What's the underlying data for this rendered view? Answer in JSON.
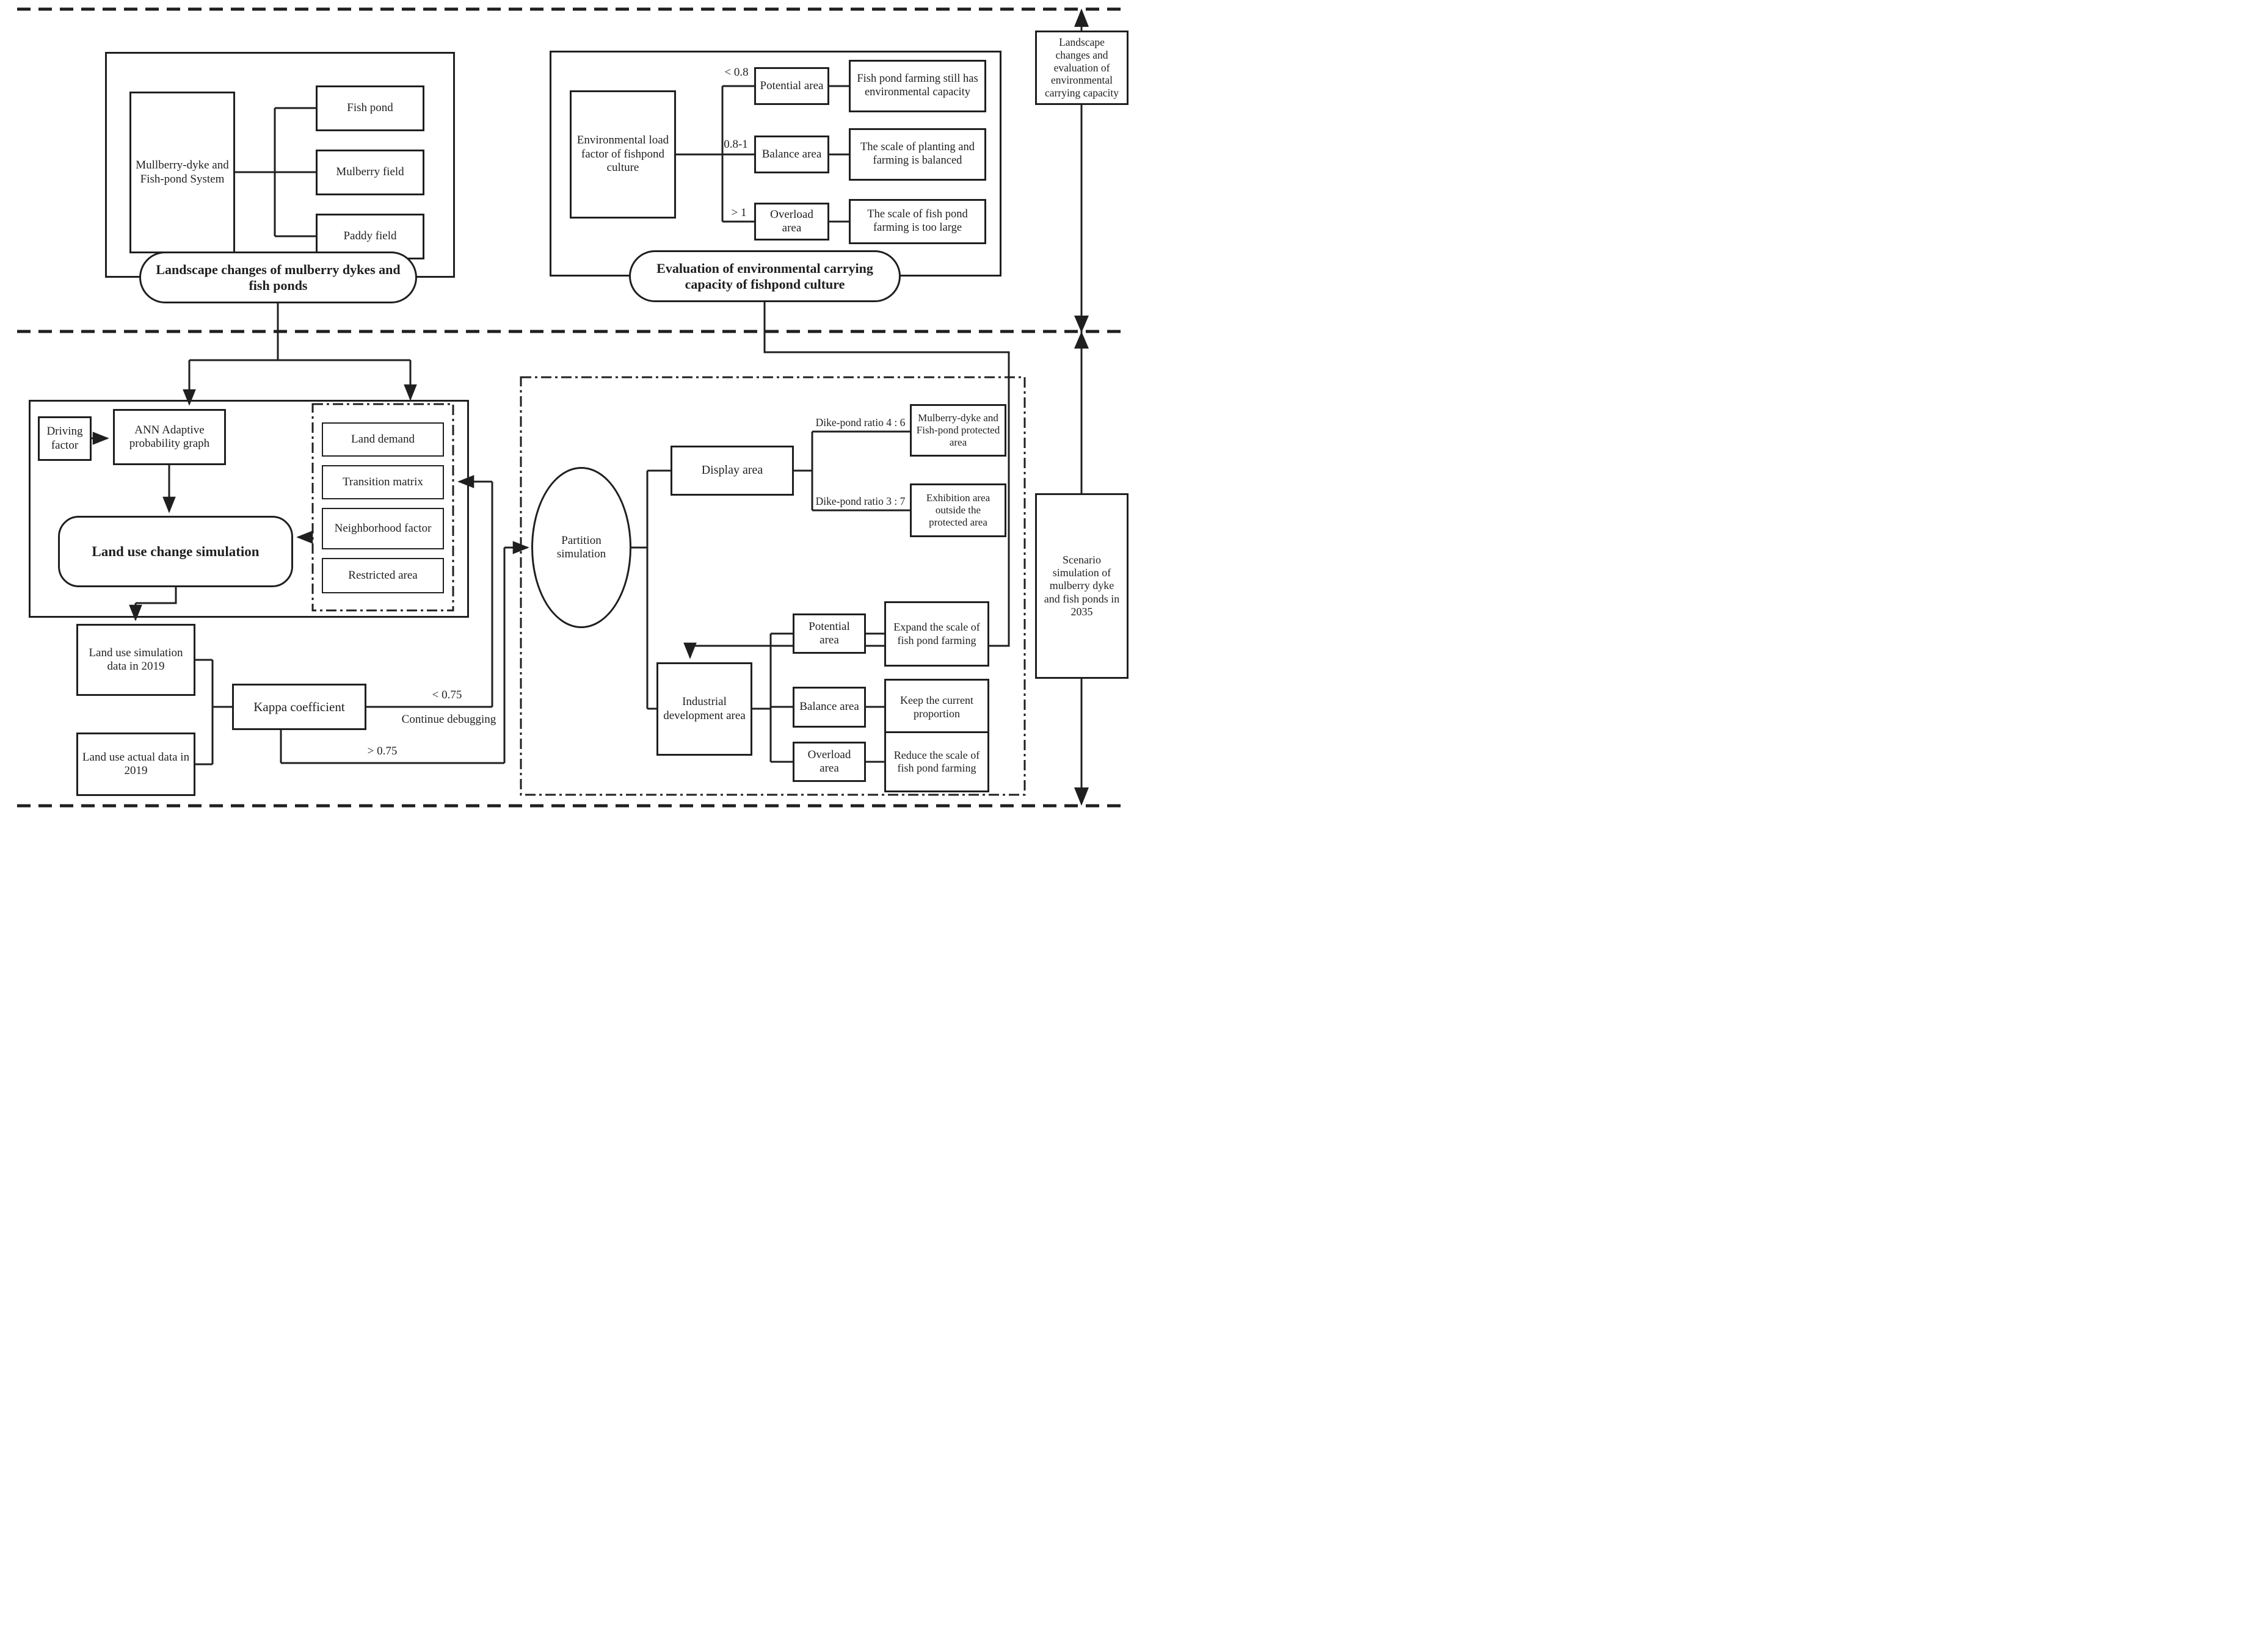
{
  "figure": {
    "type": "methodology-flowchart",
    "colors": {
      "ink": "#1f1f1f",
      "background": "#ffffff"
    }
  },
  "top_left": {
    "system": "Mullberry-dyke and Fish-pond System",
    "fish_pond": "Fish pond",
    "mulberry_field": "Mulberry field",
    "paddy_field": "Paddy field",
    "label": "Landscape changes of mulberry dykes and fish ponds"
  },
  "top_right": {
    "env_load": "Environmental load factor of fishpond culture",
    "threshold_low": "< 0.8",
    "threshold_mid": "0.8-1",
    "threshold_high": "> 1",
    "potential": "Potential area",
    "balance": "Balance area",
    "overload": "Overload area",
    "desc_potential": "Fish pond farming still has environmental capacity",
    "desc_balance": "The scale of planting and farming is balanced",
    "desc_overload": "The scale of fish pond farming is too large",
    "label": "Evaluation of environmental carrying capacity of fishpond culture"
  },
  "sidebar": {
    "top": "Landscape changes and evaluation of environmental carrying capacity",
    "bottom": "Scenario simulation of mulberry dyke and fish ponds in 2035"
  },
  "simulation": {
    "driving_factor": "Driving factor",
    "ann": "ANN Adaptive probability graph",
    "land_use_change": "Land use change simulation",
    "constraints": {
      "land_demand": "Land demand",
      "transition_matrix": "Transition matrix",
      "neighborhood_factor": "Neighborhood factor",
      "restricted_area": "Restricted area"
    }
  },
  "validation": {
    "sim_data": "Land use simulation data in 2019",
    "actual_data": "Land use actual data in 2019",
    "kappa": "Kappa coefficient",
    "lt_threshold": "< 0.75",
    "continue_debugging": "Continue debugging",
    "gt_threshold": "> 0.75"
  },
  "partition": {
    "ellipse": "Partition simulation",
    "display_area": "Display area",
    "ratio_46": "Dike-pond ratio 4 : 6",
    "protected_area": "Mulberry-dyke and Fish-pond protected area",
    "ratio_37": "Dike-pond ratio 3 : 7",
    "exhibition_area": "Exhibition area outside the protected area",
    "industrial": "Industrial development area",
    "potential": "Potential area",
    "balance": "Balance area",
    "overload": "Overload area",
    "action_expand": "Expand the scale of fish pond farming",
    "action_keep": "Keep the current proportion",
    "action_reduce": "Reduce the scale of fish pond farming"
  }
}
